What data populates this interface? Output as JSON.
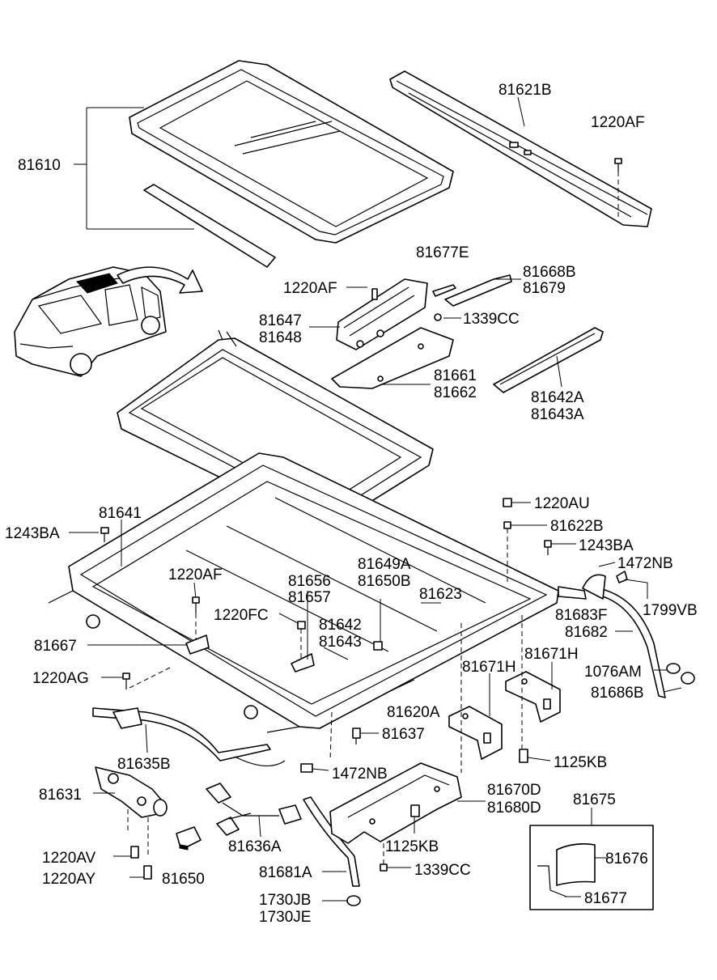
{
  "labels": {
    "l81610": "81610",
    "l81621B": "81621B",
    "l1220AF_top": "1220AF",
    "l81677E": "81677E",
    "l81668B": "81668B",
    "l81679": "81679",
    "l1220AF_mid": "1220AF",
    "l81647": "81647",
    "l81648": "81648",
    "l1339CC_top": "1339CC",
    "l81661": "81661",
    "l81662": "81662",
    "l81642A": "81642A",
    "l81643A": "81643A",
    "l1220AU": "1220AU",
    "l81622B": "81622B",
    "l1243BA_right": "1243BA",
    "l1472NB_right": "1472NB",
    "l1799VB": "1799VB",
    "l81683F": "81683F",
    "l81682": "81682",
    "l81641": "81641",
    "l1243BA_left": "1243BA",
    "l1220AF_left": "1220AF",
    "l81656": "81656",
    "l81657": "81657",
    "l81649A": "81649A",
    "l81650B": "81650B",
    "l81623": "81623",
    "l1220FC": "1220FC",
    "l81642": "81642",
    "l81643": "81643",
    "l81667": "81667",
    "l81671H_a": "81671H",
    "l81671H_b": "81671H",
    "l1220AG": "1220AG",
    "l1076AM": "1076AM",
    "l81686B": "81686B",
    "l81620A": "81620A",
    "l81637": "81637",
    "l81635B": "81635B",
    "l1125KB_right": "1125KB",
    "l1472NB_bottom": "1472NB",
    "l81631": "81631",
    "l81670D": "81670D",
    "l81680D": "81680D",
    "l81675": "81675",
    "l81636A": "81636A",
    "l1125KB_bottom": "1125KB",
    "l81676": "81676",
    "l1220AV": "1220AV",
    "l81681A": "81681A",
    "l1339CC_bottom": "1339CC",
    "l1220AY": "1220AY",
    "l81650": "81650",
    "l81677": "81677",
    "l1730JB": "1730JB",
    "l1730JE": "1730JE"
  }
}
